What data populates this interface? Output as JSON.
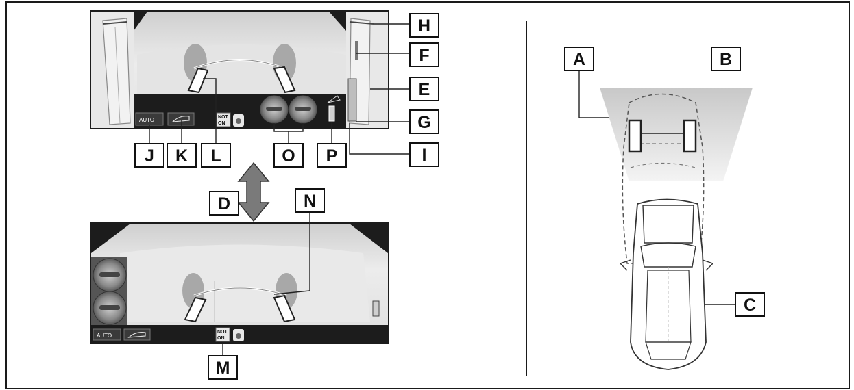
{
  "labels": {
    "A": "A",
    "B": "B",
    "C": "C",
    "D": "D",
    "E": "E",
    "F": "F",
    "G": "G",
    "H": "H",
    "I": "I",
    "J": "J",
    "K": "K",
    "L": "L",
    "M": "M",
    "N": "N",
    "O": "O",
    "P": "P"
  },
  "screen_text": {
    "auto_button_top": "AUTO",
    "auto_button_bottom": "AUTO",
    "not_ok_badge_top": [
      "NOT",
      "ON"
    ],
    "not_ok_badge_bottom": [
      "NOT",
      "ON"
    ]
  },
  "colors": {
    "frame": "#1a1a1a",
    "screen_dark": "#1c1c1c",
    "screen_light": "#dcdcdc",
    "camera_area": "#cfcfcf",
    "wheel": "#9a9a9a",
    "guide": "#ffffff"
  }
}
